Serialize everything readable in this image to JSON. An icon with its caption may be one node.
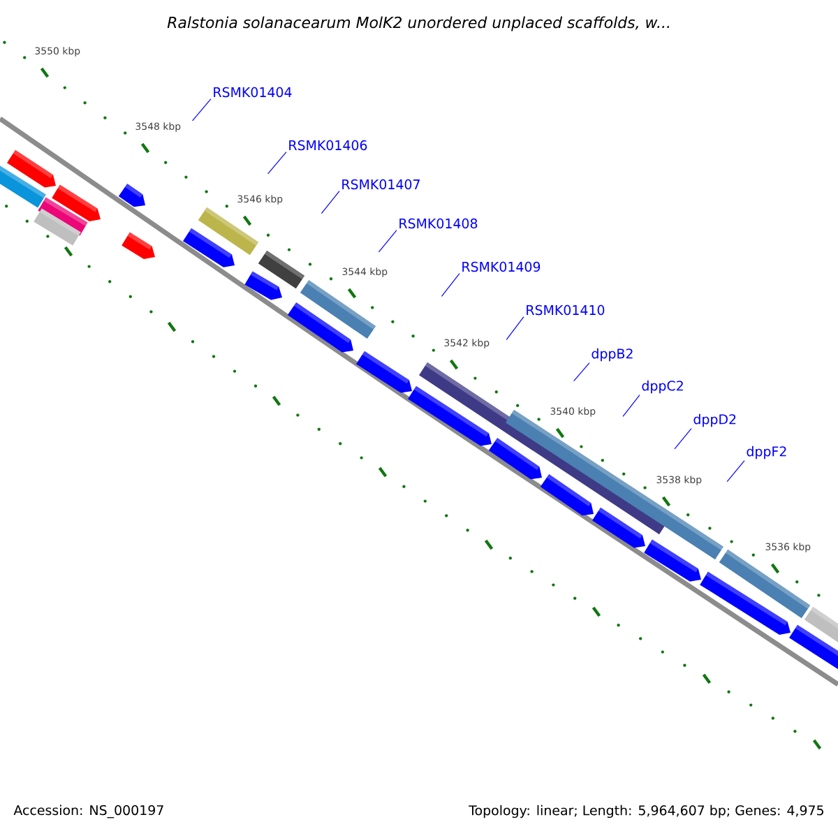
{
  "diagram": {
    "title": "Ralstonia solanacearum MolK2 unordered unplaced scaffolds, w...",
    "nodes": [
      {
        "text": [
          "RSMK01404"
        ]
      },
      {
        "text": [
          "RSMK01406"
        ]
      },
      {
        "text": [
          "RSMK01407"
        ]
      },
      {
        "text": [
          "RSMK01408"
        ]
      },
      {
        "text": [
          "RSMK01409"
        ]
      },
      {
        "text": [
          "RSMK01410"
        ]
      },
      {
        "text": [
          "dppB2"
        ]
      },
      {
        "text": [
          "dppC2"
        ]
      },
      {
        "text": [
          "dppD2"
        ]
      },
      {
        "text": [
          "dppF2"
        ]
      }
    ],
    "edges": [
      {
        "from": 0,
        "to": null,
        "arrow": "none"
      },
      {
        "from": 1,
        "to": null,
        "arrow": "none"
      },
      {
        "from": 2,
        "to": null,
        "arrow": "none"
      },
      {
        "from": 3,
        "to": null,
        "arrow": "none"
      },
      {
        "from": 4,
        "to": null,
        "arrow": "none"
      },
      {
        "from": 5,
        "to": null,
        "arrow": "none"
      },
      {
        "from": 6,
        "to": null,
        "arrow": "none"
      },
      {
        "from": 7,
        "to": null,
        "arrow": "none"
      },
      {
        "from": 8,
        "to": null,
        "arrow": "none"
      },
      {
        "from": 9,
        "to": null,
        "arrow": "none"
      }
    ],
    "labels": [
      "3550 kbp",
      "3548 kbp",
      "3546 kbp",
      "3544 kbp",
      "3542 kbp",
      "3540 kbp",
      "3538 kbp",
      "3536 kbp",
      "Accession: NS_000197",
      "Topology: linear; Length: 5,964,607 bp; Genes: 4,975"
    ]
  }
}
